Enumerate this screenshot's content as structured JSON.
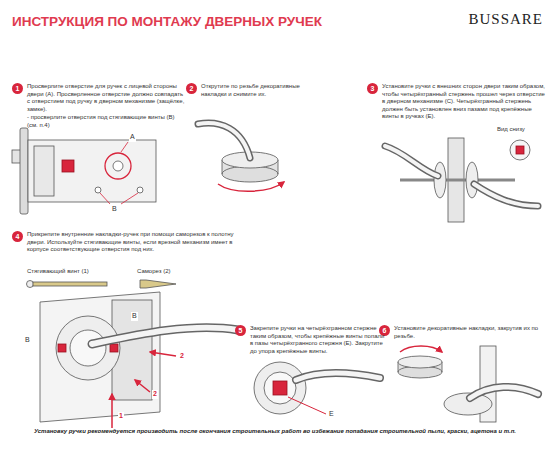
{
  "diagram": {
    "title": "ИНСТРУКЦИЯ ПО МОНТАЖУ ДВЕРНЫХ РУЧЕК",
    "nodes": [
      {
        "text": [
          "1"
        ]
      },
      {
        "text": [
          "2"
        ]
      },
      {
        "text": [
          "3"
        ]
      },
      {
        "text": [
          "4"
        ]
      },
      {
        "text": [
          "5"
        ]
      },
      {
        "text": [
          "6"
        ]
      }
    ],
    "labels": [
      "BUSSARE",
      "Просверлите отверстие для ручек с лицевой стороны двери (А). Просверленное отверстие должно совпадать с отверстием под ручку в дверном механизме (защёлке, замке).",
      "- просверлите отверстия под стягивающие винты (В) (см. п.4)",
      "А",
      "В",
      "Открутите по резьбе декоративные накладки и снимите их.",
      "Установите ручки с внешних сторон двери таким образом, чтобы четырёхгранный стержень прошел через отверстие в дверном механизме (С). Четырёхгранный стержень должен быть установлен вниз пазами под крепёжные винты в ручках (Е).",
      "Вид снизу",
      "Прикрепите внутренние накладки-ручек при помощи саморезов к полотну двери. Используйте стягивающие винты, если врезной механизм имеет в корпусе соответствующие отверстия под них.",
      "Стягивающий винт (1)",
      "Саморез (2)",
      "В",
      "В",
      "1",
      "2",
      "2",
      "Закрепите ручки на четырёхгранном стержне таким образом, чтобы крепёжные винты попали в пазы четырёхгранного стержня (Е). Закрутите до упора крепёжные винты.",
      "Е",
      "Установите декоративные накладки, закрутив их по резьбе.",
      "Установку ручки рекомендуется производить после окончания строительных работ во избежание попадания строительной пыли, краски, ацетона и т.п."
    ]
  }
}
